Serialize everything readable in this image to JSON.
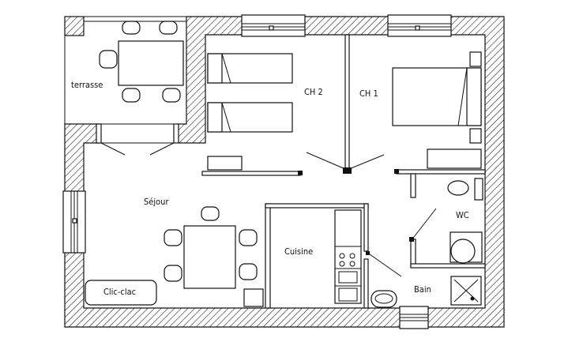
{
  "rooms": {
    "terrasse": "terrasse",
    "ch2": "CH 2",
    "ch1": "CH 1",
    "sejour": "Séjour",
    "wc": "WC",
    "cuisine": "Cuisine",
    "bain": "Bain",
    "clic_clac": "Clic-clac"
  },
  "colors": {
    "ink": "#111111",
    "paper": "#ffffff"
  }
}
